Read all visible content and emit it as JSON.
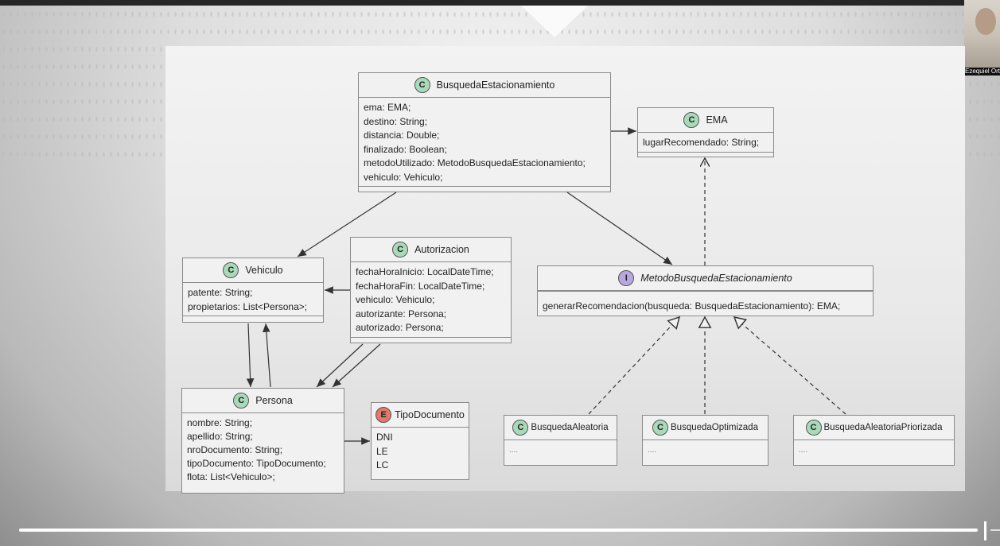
{
  "webcam": {
    "name": "Ezequiel Ortiz"
  },
  "diagram": {
    "busqueda": {
      "stereotype": "C",
      "name": "BusquedaEstacionamiento",
      "attrs": [
        "ema: EMA;",
        "destino: String;",
        "distancia: Double;",
        "finalizado: Boolean;",
        "metodoUtilizado: MetodoBusquedaEstacionamiento;",
        "vehiculo: Vehiculo;"
      ]
    },
    "ema": {
      "stereotype": "C",
      "name": "EMA",
      "attrs": [
        "lugarRecomendado: String;"
      ]
    },
    "vehiculo": {
      "stereotype": "C",
      "name": "Vehiculo",
      "attrs": [
        "patente: String;",
        "propietarios: List<Persona>;"
      ]
    },
    "autorizacion": {
      "stereotype": "C",
      "name": "Autorizacion",
      "attrs": [
        "fechaHoraInicio: LocalDateTime;",
        "fechaHoraFin: LocalDateTime;",
        "vehiculo: Vehiculo;",
        "autorizante: Persona;",
        "autorizado: Persona;"
      ]
    },
    "metodo": {
      "stereotype": "I",
      "name": "MetodoBusquedaEstacionamiento",
      "methods": [
        "generarRecomendacion(busqueda: BusquedaEstacionamiento): EMA;"
      ]
    },
    "persona": {
      "stereotype": "C",
      "name": "Persona",
      "attrs": [
        "nombre: String;",
        "apellido: String;",
        "nroDocumento: String;",
        "tipoDocumento: TipoDocumento;",
        "flota: List<Vehiculo>;"
      ]
    },
    "tipoDocumento": {
      "stereotype": "E",
      "name": "TipoDocumento",
      "values": [
        "DNI",
        "LE",
        "LC"
      ]
    },
    "aleatoria": {
      "stereotype": "C",
      "name": "BusquedaAleatoria",
      "body": "...."
    },
    "optimizada": {
      "stereotype": "C",
      "name": "BusquedaOptimizada",
      "body": "...."
    },
    "priorizada": {
      "stereotype": "C",
      "name": "BusquedaAleatoriaPriorizada",
      "body": "...."
    }
  },
  "colors": {
    "class_badge": "#a8d9b8",
    "interface_badge": "#b8a6e0",
    "enum_badge": "#e07a6a",
    "progress": "#ffffff"
  },
  "player": {
    "progress_fraction": 0.986
  }
}
